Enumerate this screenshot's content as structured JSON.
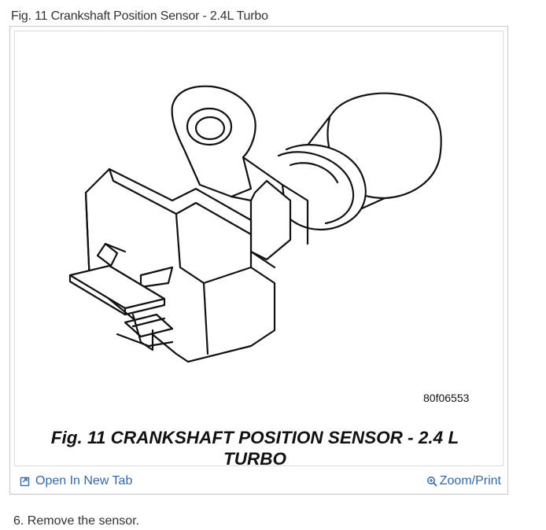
{
  "caption_top": "Fig. 11 Crankshaft Position Sensor - 2.4L Turbo",
  "figure": {
    "code": "80f06553",
    "title_line1": "Fig. 11 CRANKSHAFT POSITION SENSOR - 2.4 L",
    "title_line2": "TURBO"
  },
  "toolbar": {
    "open_label": "Open In New Tab",
    "zoom_label": "Zoom/Print",
    "link_color": "#3668a8"
  },
  "icons": {
    "open": "open-new-tab-icon",
    "zoom": "zoom-magnifier-icon"
  },
  "step": {
    "text": "6. Remove the sensor."
  }
}
